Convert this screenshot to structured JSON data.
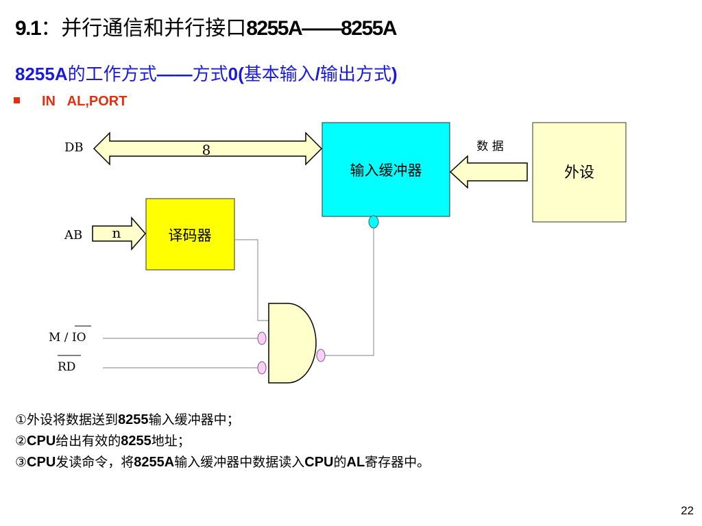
{
  "title": {
    "prefix": "9.1",
    "colon": "：",
    "text": "并行通信和并行接口",
    "chip": "8255A",
    "dash": "——",
    "chip2": "8255A"
  },
  "subtitle": {
    "chip": "8255A",
    "text1": "的工作方式",
    "dash": "——",
    "text2": "方式",
    "mode": "0(",
    "text3": "基本输入",
    "slash": "/",
    "text4": "输出方式",
    "close": ")"
  },
  "bullet": {
    "instruction": "IN",
    "operands": "AL,PORT"
  },
  "diagram": {
    "db_label": "DB",
    "db_width": "8",
    "ab_label": "AB",
    "ab_width": "n",
    "decoder_label": "译码器",
    "buffer_label": "输入缓冲器",
    "data_label": "数 据",
    "peripheral_label": "外设",
    "mio_label": "M / IO",
    "rd_label": "RD",
    "colors": {
      "buffer": "#00ffff",
      "decoder": "#ffff00",
      "arrow_fill": "#ffffcc",
      "bubble": "#ffccff",
      "gate": "#ffffcc",
      "peripheral": "#ffffcc"
    }
  },
  "steps": [
    {
      "num": "①",
      "t1": "外设将数据送到",
      "b1": "8255",
      "t2": "输入缓冲器中；"
    },
    {
      "num": "②",
      "b0": "CPU",
      "t1": "给出有效的",
      "b1": "8255",
      "t2": "地址；"
    },
    {
      "num": "③",
      "b0": "CPU",
      "t1": "发读命令，将",
      "b1": "8255A",
      "t2": "输入缓冲器中数据读入",
      "b2": "CPU",
      "t3": "的",
      "b3": "AL",
      "t4": "寄存器中。"
    }
  ],
  "page_number": "22"
}
